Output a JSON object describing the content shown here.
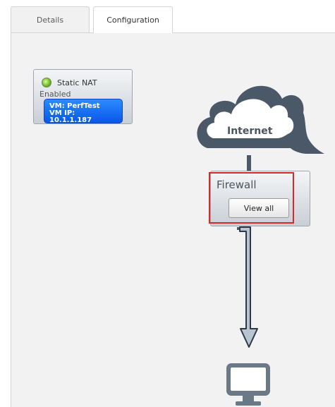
{
  "tabs": [
    {
      "label": "Details",
      "active": false
    },
    {
      "label": "Configuration",
      "active": true
    }
  ],
  "static_nat": {
    "title": "Static NAT",
    "status": "Enabled",
    "status_color": "#5aa61c",
    "vm_name": "VM: PerfTest",
    "vm_ip_label": "VM IP:",
    "vm_ip": "10.1.1.187"
  },
  "internet": {
    "label": "Internet",
    "icon": "cloud-icon"
  },
  "firewall": {
    "title": "Firewall",
    "button_label": "View all",
    "highlight_color": "#d62a2a"
  },
  "instance": {
    "icon": "monitor-icon"
  },
  "colors": {
    "diagram": "#4a5868",
    "vm_accent": "#0a56e8"
  }
}
